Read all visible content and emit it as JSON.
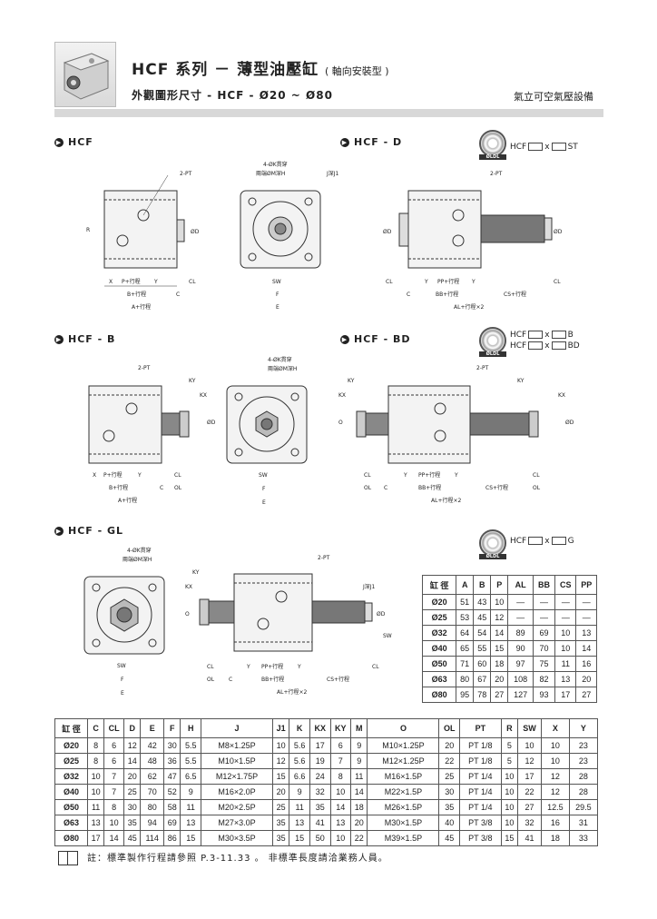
{
  "header": {
    "title_main": "HCF 系列 － 薄型油壓缸",
    "title_sub": "( 軸向安裝型 )",
    "subtitle": "外觀圖形尺寸 - HCF - Ø20 ~ Ø80",
    "company": "氣立可空氣壓設備"
  },
  "sections": {
    "hcf": "HCF",
    "hcf_d": "HCF - D",
    "hcf_b": "HCF - B",
    "hcf_bd": "HCF - BD",
    "hcf_gl": "HCF - GL"
  },
  "order_codes": {
    "d": {
      "prefix": "HCF",
      "mid": "x",
      "suffix": "ST"
    },
    "b": {
      "prefix": "HCF",
      "mid": "x",
      "suffix": "B"
    },
    "bd": {
      "prefix": "HCF",
      "mid": "x",
      "suffix": "BD"
    },
    "g": {
      "prefix": "HCF",
      "mid": "x",
      "suffix": "G"
    }
  },
  "badge_text": "ØLDL",
  "labels": {
    "two_pt": "2-PT",
    "four_k": "4-ØK貫穿",
    "m_depth": "兩端ØM深H",
    "j_depth": "J深J1",
    "x": "X",
    "y": "Y",
    "p_stroke": "P+行程",
    "pp_stroke": "PP+行程",
    "cl": "CL",
    "b_stroke": "B+行程",
    "bb_stroke": "BB+行程",
    "cs_stroke": "CS+行程",
    "c": "C",
    "a_stroke": "A+行程",
    "al_stroke": "AL+行程×2",
    "sw": "SW",
    "f": "F",
    "e": "E",
    "r": "R",
    "d": "ØD",
    "o": "O",
    "ky": "KY",
    "kx": "KX",
    "ol": "OL"
  },
  "table_small": {
    "headers": [
      "缸 徑",
      "A",
      "B",
      "P",
      "AL",
      "BB",
      "CS",
      "PP"
    ],
    "rows": [
      [
        "Ø20",
        "51",
        "43",
        "10",
        "—",
        "—",
        "—",
        "—"
      ],
      [
        "Ø25",
        "53",
        "45",
        "12",
        "—",
        "—",
        "—",
        "—"
      ],
      [
        "Ø32",
        "64",
        "54",
        "14",
        "89",
        "69",
        "10",
        "13"
      ],
      [
        "Ø40",
        "65",
        "55",
        "15",
        "90",
        "70",
        "10",
        "14"
      ],
      [
        "Ø50",
        "71",
        "60",
        "18",
        "97",
        "75",
        "11",
        "16"
      ],
      [
        "Ø63",
        "80",
        "67",
        "20",
        "108",
        "82",
        "13",
        "20"
      ],
      [
        "Ø80",
        "95",
        "78",
        "27",
        "127",
        "93",
        "17",
        "27"
      ]
    ]
  },
  "table_large": {
    "headers": [
      "缸 徑",
      "C",
      "CL",
      "D",
      "E",
      "F",
      "H",
      "J",
      "J1",
      "K",
      "KX",
      "KY",
      "M",
      "O",
      "OL",
      "PT",
      "R",
      "SW",
      "X",
      "Y"
    ],
    "rows": [
      [
        "Ø20",
        "8",
        "6",
        "12",
        "42",
        "30",
        "5.5",
        "M8×1.25P",
        "10",
        "5.6",
        "17",
        "6",
        "9",
        "M10×1.25P",
        "20",
        "PT 1/8",
        "5",
        "10",
        "10",
        "23"
      ],
      [
        "Ø25",
        "8",
        "6",
        "14",
        "48",
        "36",
        "5.5",
        "M10×1.5P",
        "12",
        "5.6",
        "19",
        "7",
        "9",
        "M12×1.25P",
        "22",
        "PT 1/8",
        "5",
        "12",
        "10",
        "23"
      ],
      [
        "Ø32",
        "10",
        "7",
        "20",
        "62",
        "47",
        "6.5",
        "M12×1.75P",
        "15",
        "6.6",
        "24",
        "8",
        "11",
        "M16×1.5P",
        "25",
        "PT 1/4",
        "10",
        "17",
        "12",
        "28"
      ],
      [
        "Ø40",
        "10",
        "7",
        "25",
        "70",
        "52",
        "9",
        "M16×2.0P",
        "20",
        "9",
        "32",
        "10",
        "14",
        "M22×1.5P",
        "30",
        "PT 1/4",
        "10",
        "22",
        "12",
        "28"
      ],
      [
        "Ø50",
        "11",
        "8",
        "30",
        "80",
        "58",
        "11",
        "M20×2.5P",
        "25",
        "11",
        "35",
        "14",
        "18",
        "M26×1.5P",
        "35",
        "PT 1/4",
        "10",
        "27",
        "12.5",
        "29.5"
      ],
      [
        "Ø63",
        "13",
        "10",
        "35",
        "94",
        "69",
        "13",
        "M27×3.0P",
        "35",
        "13",
        "41",
        "13",
        "20",
        "M30×1.5P",
        "40",
        "PT 3/8",
        "10",
        "32",
        "16",
        "31"
      ],
      [
        "Ø80",
        "17",
        "14",
        "45",
        "114",
        "86",
        "15",
        "M30×3.5P",
        "35",
        "15",
        "50",
        "10",
        "22",
        "M39×1.5P",
        "45",
        "PT 3/8",
        "15",
        "41",
        "18",
        "33"
      ]
    ]
  },
  "note": "註：標準製作行程請參照 P.3-11.33 。 非標準長度請洽業務人員。"
}
